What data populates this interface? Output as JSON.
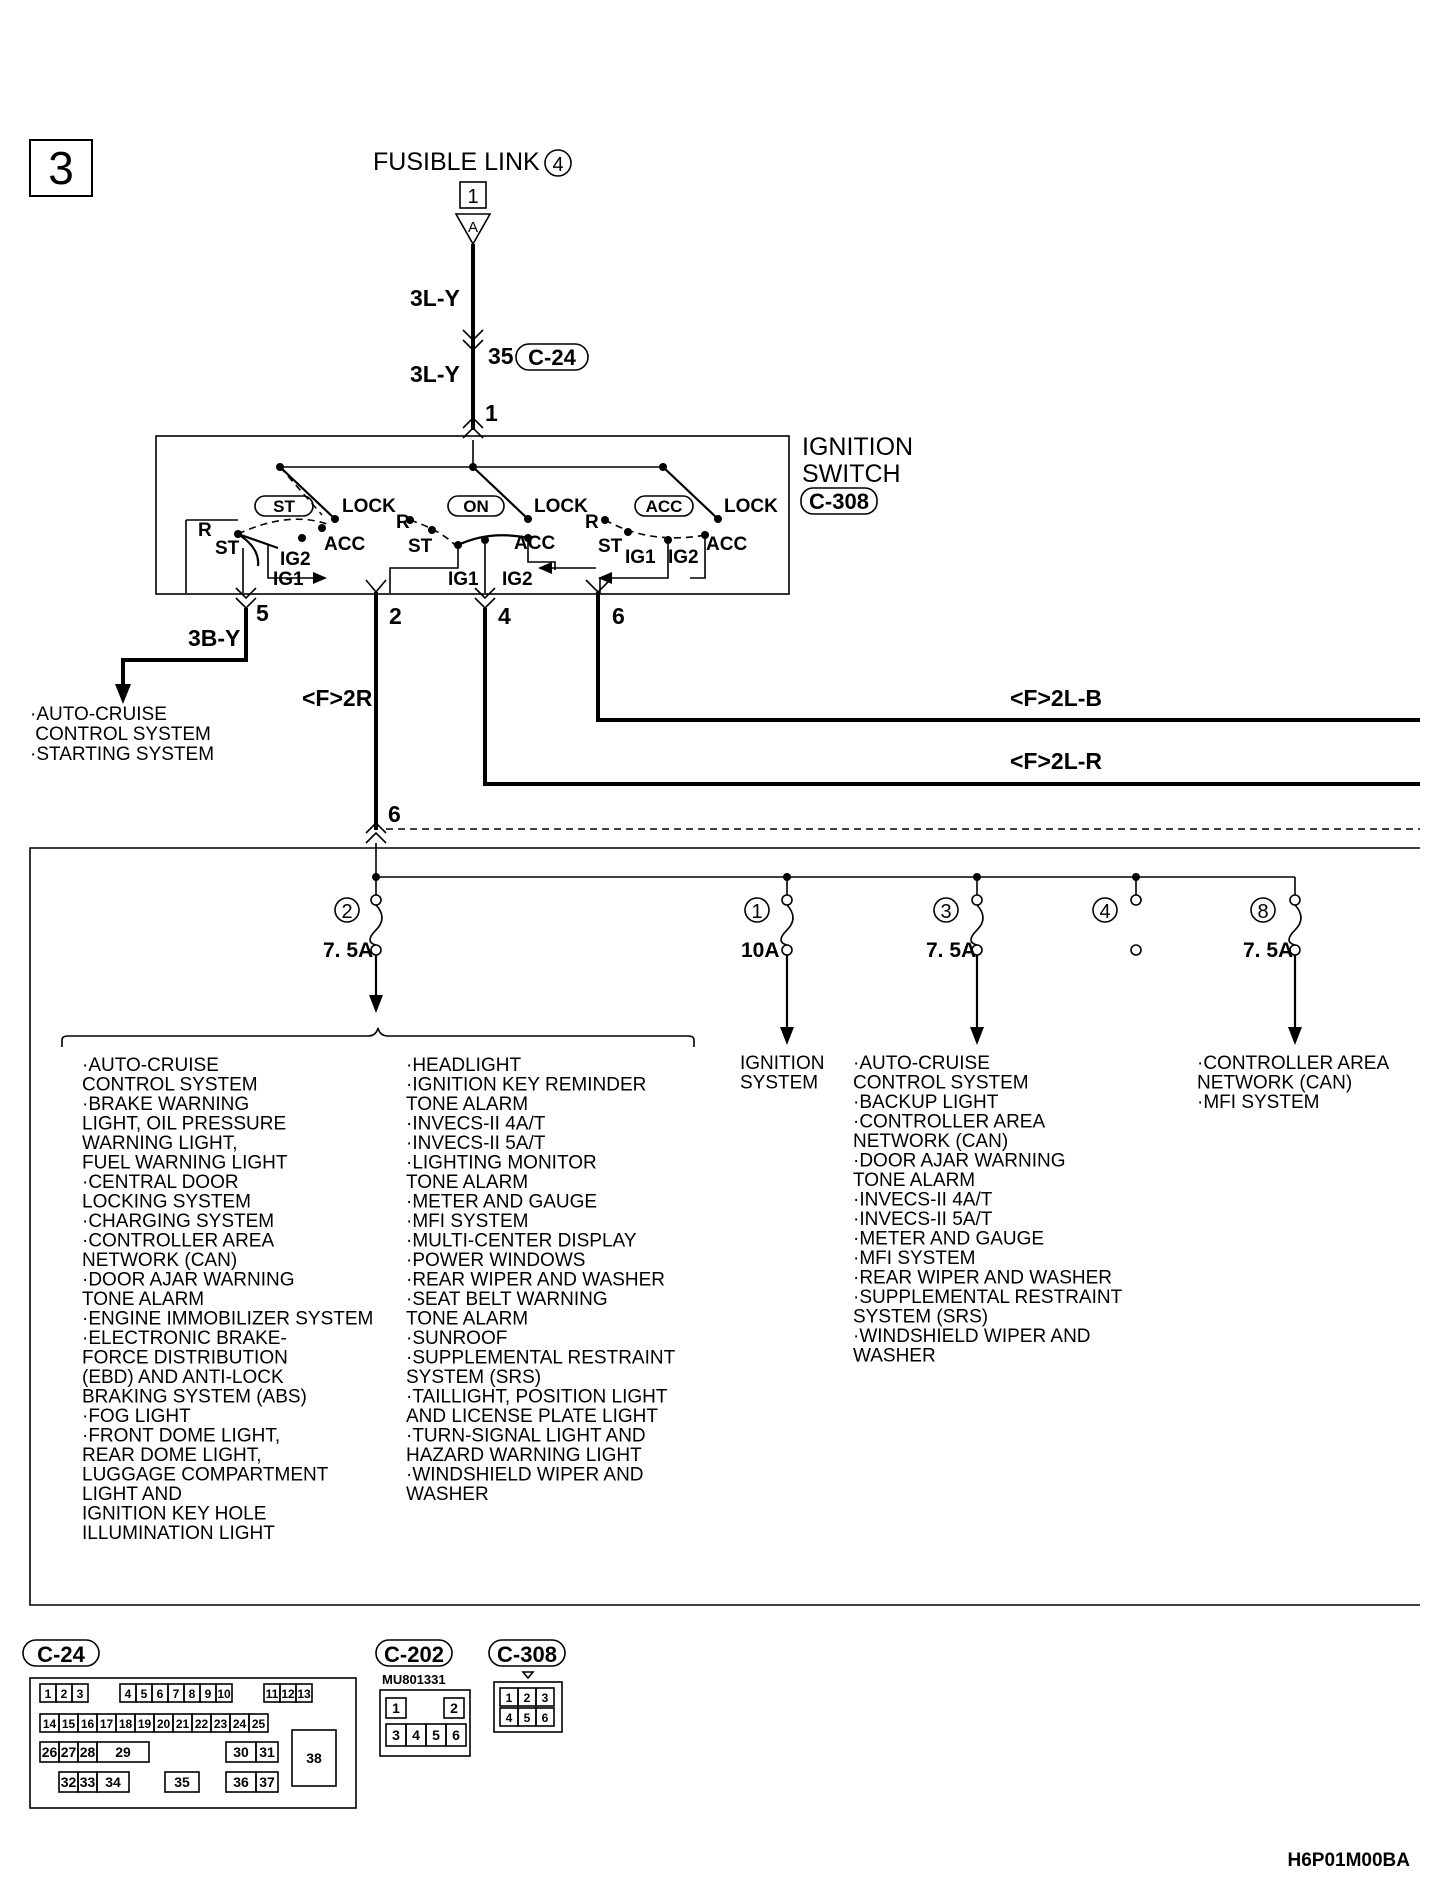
{
  "page_number": "3",
  "source": {
    "name": "FUSIBLE LINK",
    "number": "4",
    "pin": "1",
    "connector": "A"
  },
  "wires": {
    "top_upper": "3L-Y",
    "top_lower": "3L-Y",
    "c24_pin": "35",
    "c24_connector": "C-24",
    "switch_pin_in": "1",
    "pin5": "5",
    "pin2": "2",
    "pin4": "4",
    "pin6": "6",
    "pin5_wire": "3B-Y",
    "pin2_wire": "<F>2R",
    "pin6_wire": "<F>2L-B",
    "pin4_wire": "<F>2L-R",
    "junction_pin": "6"
  },
  "ignition_switch": {
    "title_line1": "IGNITION",
    "title_line2": "SWITCH",
    "connector": "C-308",
    "positions": [
      "ST",
      "ON",
      "ACC"
    ],
    "lock": "LOCK",
    "r": "R",
    "st": "ST",
    "acc": "ACC",
    "ig1": "IG1",
    "ig2": "IG2"
  },
  "pin5_destinations": [
    "·AUTO-CRUISE",
    " CONTROL SYSTEM",
    "·STARTING SYSTEM"
  ],
  "fuses": [
    {
      "number": "2",
      "rating": "7. 5A"
    },
    {
      "number": "1",
      "rating": "10A"
    },
    {
      "number": "3",
      "rating": "7. 5A"
    },
    {
      "number": "4",
      "rating": ""
    },
    {
      "number": "8",
      "rating": "7. 5A"
    }
  ],
  "fuse2_col1": [
    "·AUTO-CRUISE",
    " CONTROL SYSTEM",
    "·BRAKE WARNING",
    " LIGHT, OIL PRESSURE",
    " WARNING LIGHT,",
    " FUEL WARNING LIGHT",
    "·CENTRAL DOOR",
    " LOCKING SYSTEM",
    "·CHARGING SYSTEM",
    "·CONTROLLER AREA",
    " NETWORK (CAN)",
    "·DOOR AJAR WARNING",
    " TONE ALARM",
    "·ENGINE IMMOBILIZER SYSTEM",
    "·ELECTRONIC BRAKE-",
    " FORCE DISTRIBUTION",
    " (EBD) AND ANTI-LOCK",
    " BRAKING SYSTEM (ABS)",
    "·FOG LIGHT",
    "·FRONT DOME LIGHT,",
    " REAR DOME LIGHT,",
    " LUGGAGE COMPARTMENT",
    " LIGHT AND",
    " IGNITION KEY HOLE",
    " ILLUMINATION LIGHT"
  ],
  "fuse2_col2": [
    "·HEADLIGHT",
    "·IGNITION KEY REMINDER",
    " TONE ALARM",
    "·INVECS-II 4A/T",
    "·INVECS-II 5A/T",
    "·LIGHTING MONITOR",
    " TONE ALARM",
    "·METER AND GAUGE",
    "·MFI SYSTEM",
    "·MULTI-CENTER DISPLAY",
    "·POWER WINDOWS",
    "·REAR WIPER AND WASHER",
    "·SEAT BELT WARNING",
    " TONE ALARM",
    "·SUNROOF",
    "·SUPPLEMENTAL RESTRAINT",
    " SYSTEM (SRS)",
    "·TAILLIGHT, POSITION LIGHT",
    " AND LICENSE PLATE LIGHT",
    "·TURN-SIGNAL LIGHT AND",
    " HAZARD WARNING LIGHT",
    "·WINDSHIELD WIPER AND",
    " WASHER"
  ],
  "fuse1_dest": [
    "IGNITION",
    "SYSTEM"
  ],
  "fuse3_dest": [
    "·AUTO-CRUISE",
    " CONTROL SYSTEM",
    "·BACKUP LIGHT",
    "·CONTROLLER AREA",
    " NETWORK (CAN)",
    "·DOOR AJAR WARNING",
    " TONE ALARM",
    "·INVECS-II 4A/T",
    "·INVECS-II 5A/T",
    "·METER AND GAUGE",
    "·MFI SYSTEM",
    "·REAR WIPER AND WASHER",
    "·SUPPLEMENTAL RESTRAINT",
    " SYSTEM (SRS)",
    "·WINDSHIELD WIPER AND",
    " WASHER"
  ],
  "fuse8_dest": [
    "·CONTROLLER AREA",
    " NETWORK (CAN)",
    "·MFI SYSTEM"
  ],
  "connectors": {
    "c24": {
      "label": "C-24",
      "row1": [
        "1",
        "2",
        "3",
        "4",
        "5",
        "6",
        "7",
        "8",
        "9",
        "10",
        "11",
        "12",
        "13"
      ],
      "row2": [
        "14",
        "15",
        "16",
        "17",
        "18",
        "19",
        "20",
        "21",
        "22",
        "23",
        "24",
        "25"
      ],
      "row3": [
        "26",
        "27",
        "28",
        "29",
        "30",
        "31"
      ],
      "row4": [
        "32",
        "33",
        "34",
        "35",
        "36",
        "37"
      ],
      "big": "38"
    },
    "c202": {
      "label": "C-202",
      "part": "MU801331",
      "row1": [
        "1",
        "2"
      ],
      "row2": [
        "3",
        "4",
        "5",
        "6"
      ]
    },
    "c308": {
      "label": "C-308",
      "row1": [
        "1",
        "2",
        "3"
      ],
      "row2": [
        "4",
        "5",
        "6"
      ]
    }
  },
  "figure_code": "H6P01M00BA"
}
